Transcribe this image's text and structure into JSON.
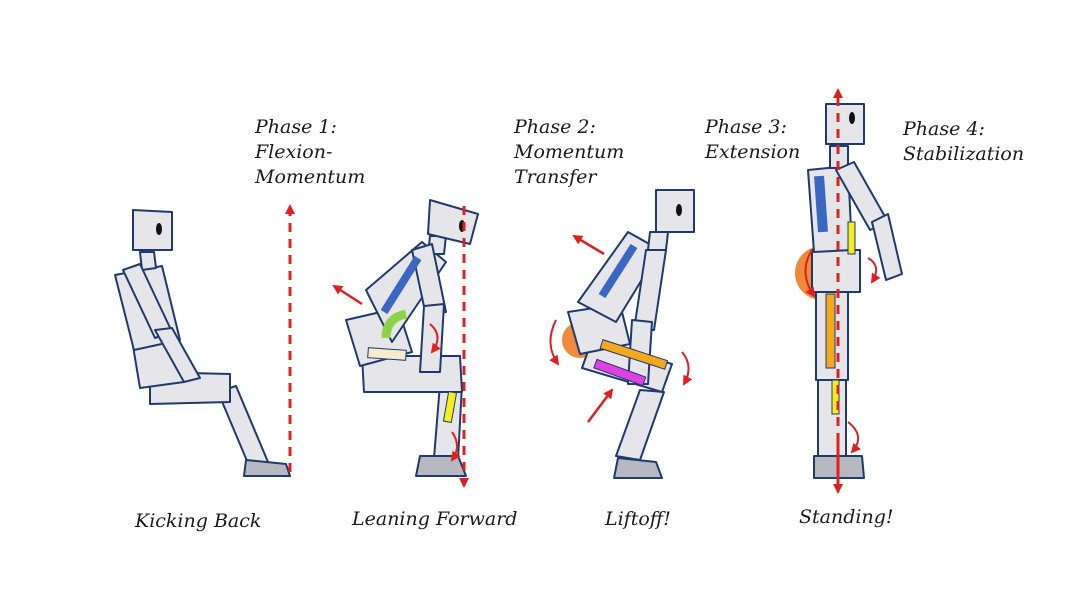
{
  "phases": [
    {
      "lines": [
        "Phase 1:",
        "Flexion-",
        "Momentum"
      ]
    },
    {
      "lines": [
        "Phase 2:",
        "Momentum",
        "Transfer"
      ]
    },
    {
      "lines": [
        "Phase 3:",
        "Extension"
      ]
    },
    {
      "lines": [
        "Phase 4:",
        "Stabilization"
      ]
    }
  ],
  "captions": [
    "Kicking Back",
    "Leaning Forward",
    "Liftoff!",
    "Standing!"
  ],
  "colors": {
    "outline": "#1f3a6e",
    "body_fill": "#e6e6ea",
    "foot_fill": "#b8b8c0",
    "arrow": "#e02020",
    "back_muscle": "#3a66c4",
    "hip_flexor": "#8dd34a",
    "thigh_muscle": "#f4a81e",
    "hamstring": "#e040e0",
    "shin_muscle": "#f2ef1a",
    "glute": "#f08a3a",
    "pale_muscle": "#f6eccd"
  }
}
